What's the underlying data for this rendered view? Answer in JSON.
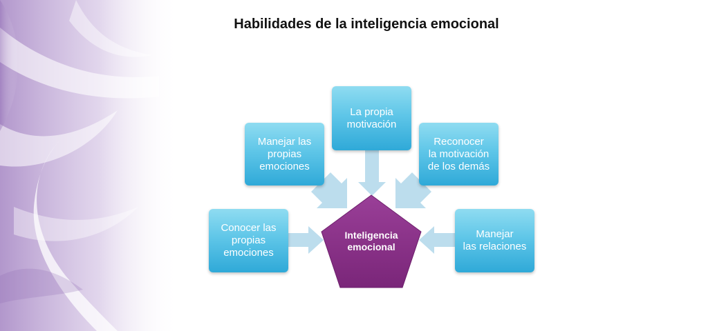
{
  "title": "Habilidades de la inteligencia emocional",
  "center": {
    "line1": "Inteligencia",
    "line2": "emocional",
    "color": "#8a2f88"
  },
  "boxes": [
    {
      "lines": [
        "La propia",
        "motivación"
      ]
    },
    {
      "lines": [
        "Manejar las",
        "propias",
        "emociones"
      ]
    },
    {
      "lines": [
        "Reconocer",
        "la motivación",
        "de los demás"
      ]
    },
    {
      "lines": [
        "Conocer las",
        "propias",
        "emociones"
      ]
    },
    {
      "lines": [
        "Manejar",
        "las relaciones"
      ]
    }
  ],
  "colors": {
    "box": "#4cbde5",
    "arrow": "#b9dcec",
    "decoration": "#b79ad0"
  }
}
